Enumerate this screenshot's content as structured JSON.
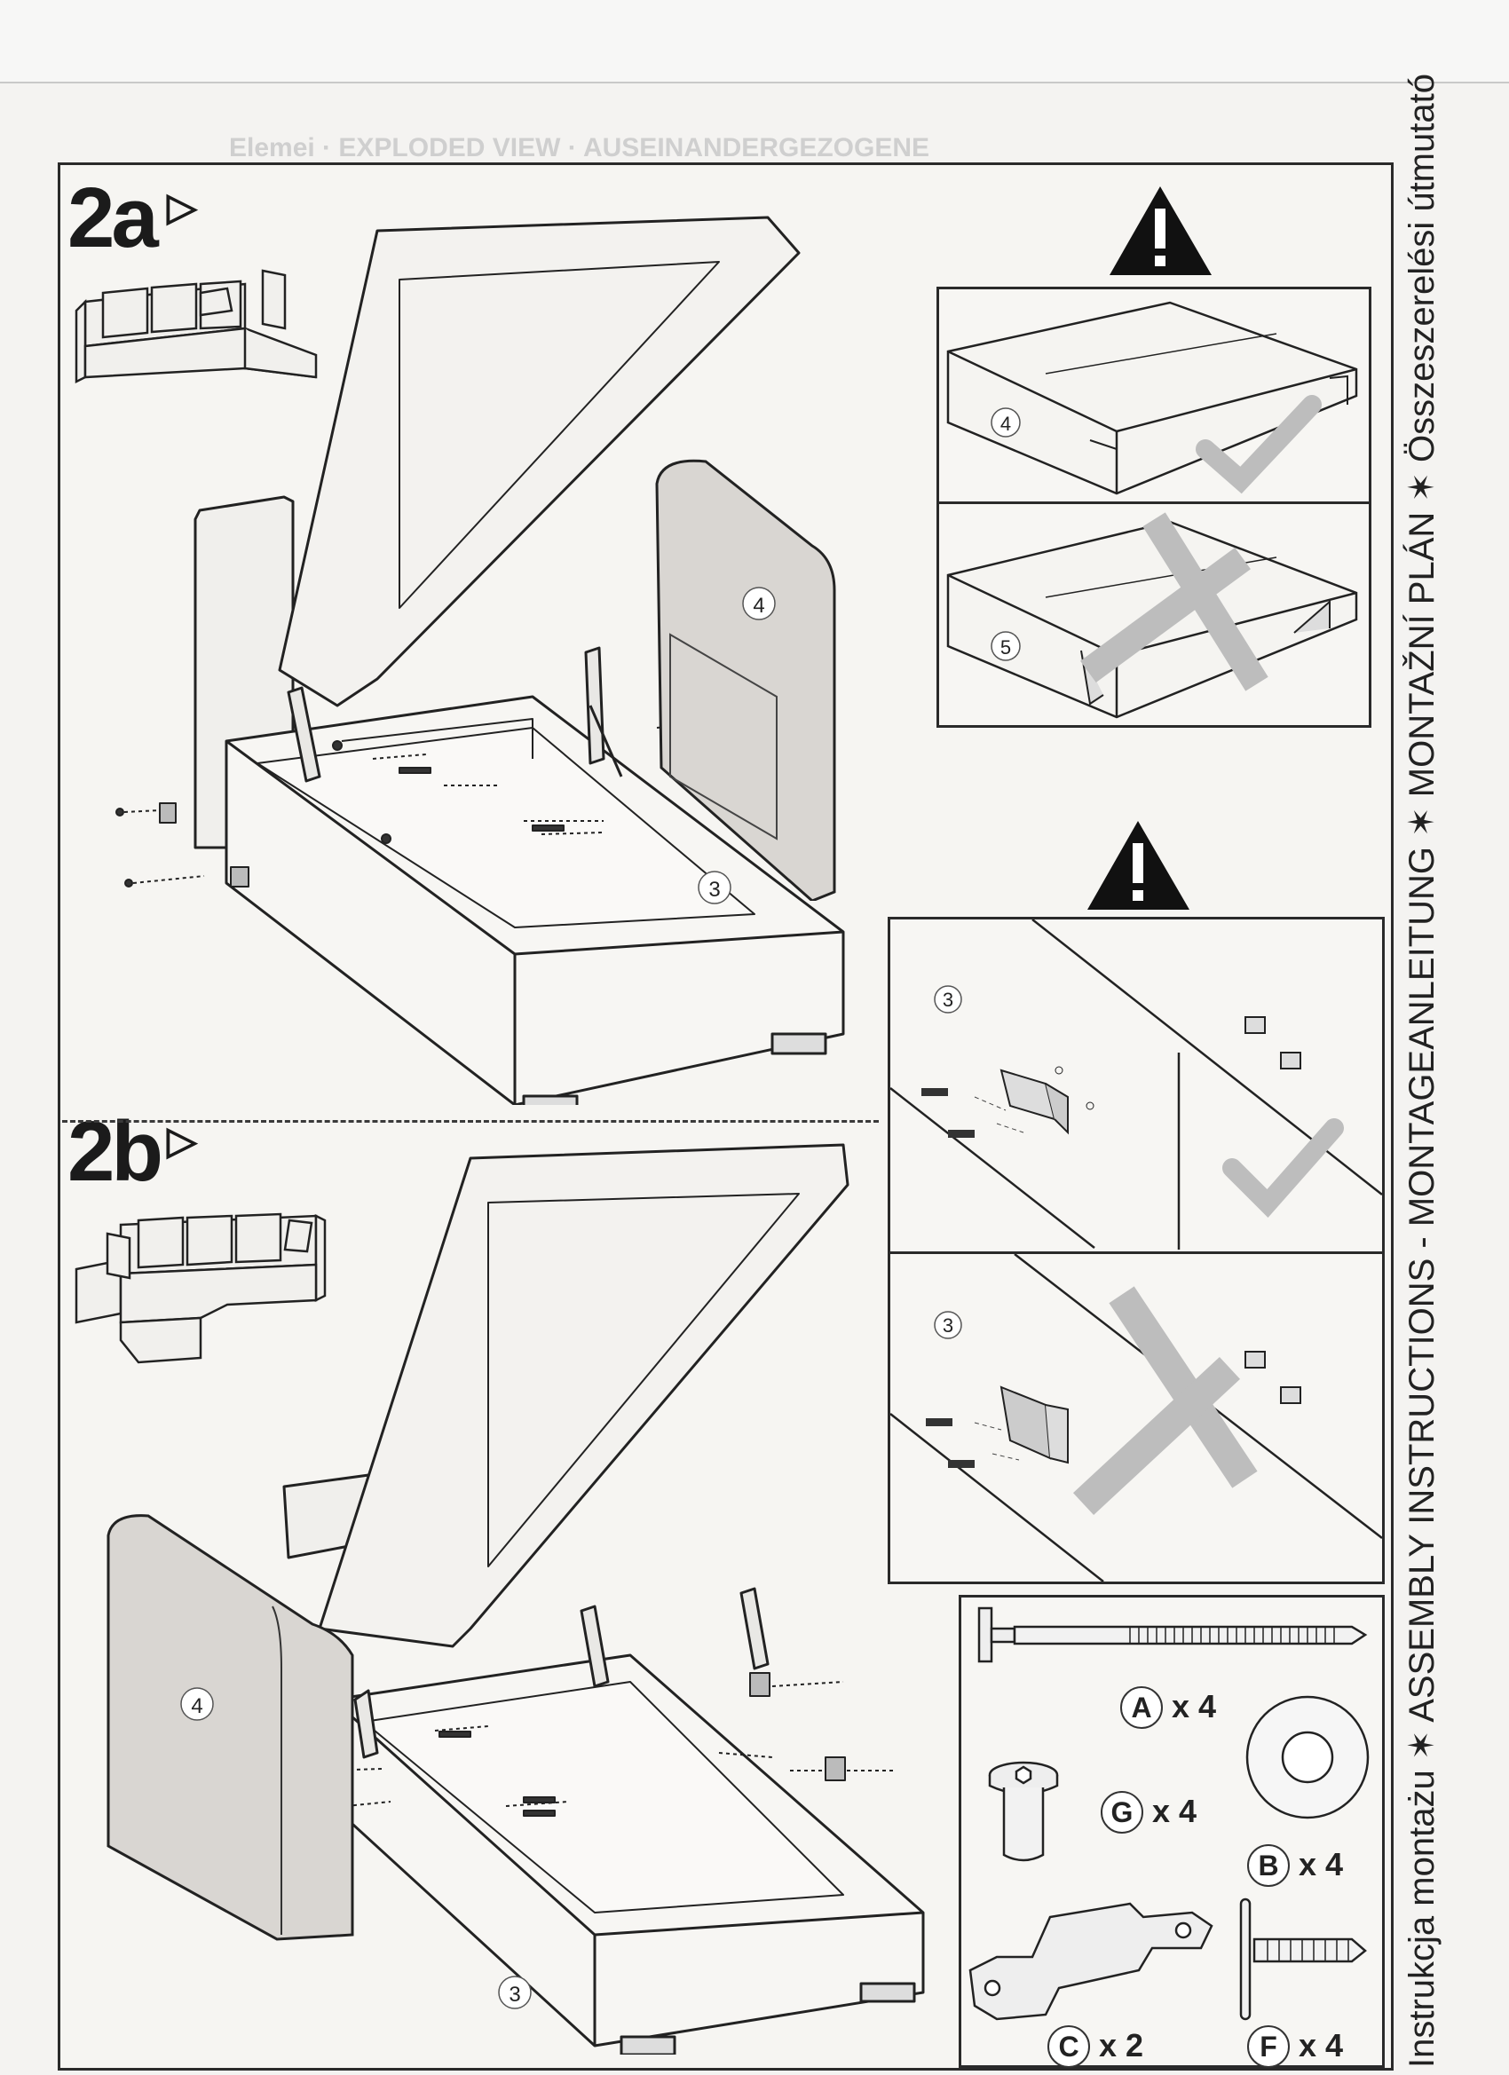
{
  "side_title": "Instrukcja montażu ✶ ASSEMBLY INSTRUCTIONS - MONTAGEANLEITUNG ✶ MONTAŽNÍ PLÁN ✶ Összeszerelési útmutató",
  "steps": [
    {
      "label": "2a",
      "arrow": "▷"
    },
    {
      "label": "2b",
      "arrow": "▷"
    }
  ],
  "part_numbers": {
    "p3": "3",
    "p4": "4",
    "p5": "5"
  },
  "hardware": [
    {
      "letter": "A",
      "qty": "x 4"
    },
    {
      "letter": "G",
      "qty": "x 4"
    },
    {
      "letter": "B",
      "qty": "x 4"
    },
    {
      "letter": "C",
      "qty": "x 2"
    },
    {
      "letter": "F",
      "qty": "x 4"
    }
  ],
  "icons": [
    "warning-triangle-icon",
    "check-mark-icon",
    "cross-mark-icon"
  ],
  "colors": {
    "line": "#2a2a2a",
    "shade": "#d9d6d2",
    "mark": "#bdbdbd",
    "paper": "#f6f5f2"
  }
}
